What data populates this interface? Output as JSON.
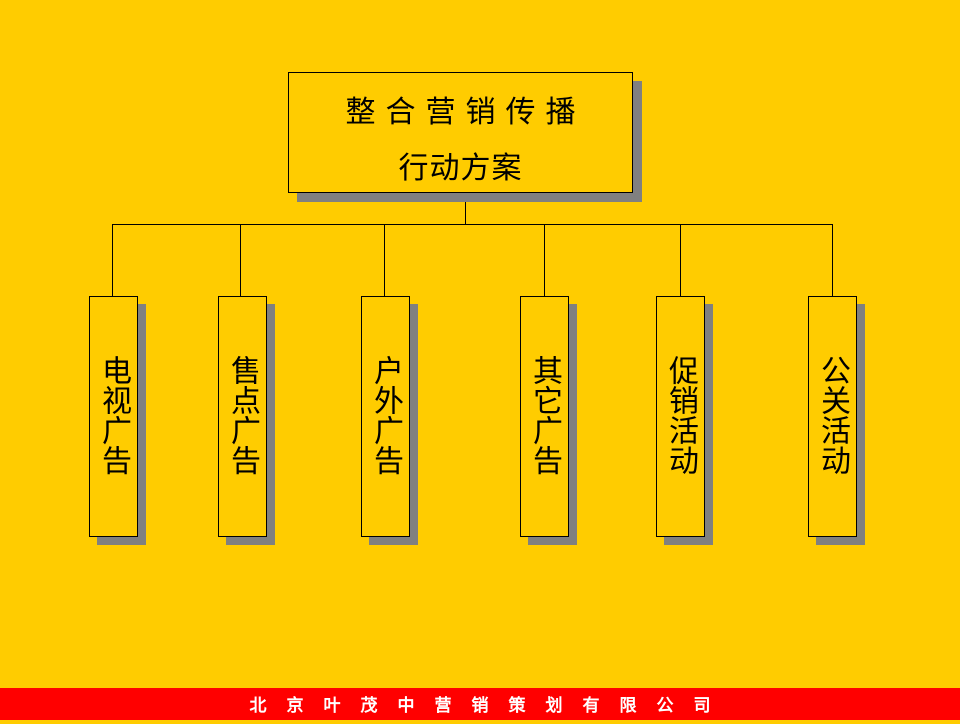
{
  "root": {
    "title_line1": "整合营销传播",
    "title_line2": "行动方案"
  },
  "children": [
    {
      "label": "电视广告"
    },
    {
      "label": "售点广告"
    },
    {
      "label": "户外广告"
    },
    {
      "label": "其它广告"
    },
    {
      "label": "促销活动"
    },
    {
      "label": "公关活动"
    }
  ],
  "footer": {
    "text": "北京叶茂中营销策划有限公司"
  },
  "colors": {
    "background": "#FFCC00",
    "footer": "#FF0000",
    "shadow": "#808080"
  }
}
